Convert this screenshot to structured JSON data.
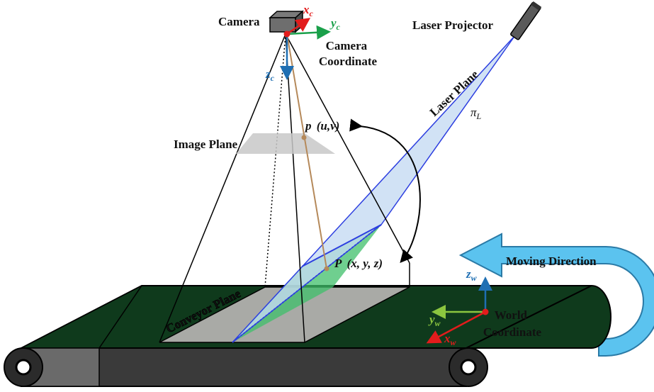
{
  "labels": {
    "camera": "Camera",
    "camera_coordinate_line1": "Camera",
    "camera_coordinate_line2": "Coordinate",
    "laser_projector": "Laser Projector",
    "laser_plane": "Laser Plane",
    "pi_symbol": "π",
    "pi_subscript": "L",
    "image_plane": "Image Plane",
    "point_p_name": "p",
    "point_p_coords": "(u,v)",
    "point_P_name": "P",
    "point_P_coords": "(x, y, z)",
    "conveyor_plane": "Conveyor Plane",
    "moving_direction": "Moving Direction",
    "world_coordinate_line1": "World",
    "world_coordinate_line2": "Coordinate"
  },
  "axes": {
    "camera_x": {
      "base": "x",
      "sub": "c"
    },
    "camera_y": {
      "base": "y",
      "sub": "c"
    },
    "camera_z": {
      "base": "z",
      "sub": "c"
    },
    "world_x": {
      "base": "x",
      "sub": "w"
    },
    "world_y": {
      "base": "y",
      "sub": "w"
    },
    "world_z": {
      "base": "z",
      "sub": "w"
    }
  },
  "colors": {
    "conveyor_belt": "#0f3a1c",
    "roller_dark": "#3a3a3a",
    "laser_plane_fill": "#c6dbf3",
    "laser_line": "#2d3fe0",
    "intersection_fill": "#3fbf6a",
    "conveyor_plane_fill": "#a9aaa6",
    "moving_arrow": "#5bc3ef",
    "x_axis": "#e21c1c",
    "y_axis_camera": "#1aa04a",
    "y_axis_world": "#8cc63f",
    "z_axis": "#1f6fb3",
    "ray": "#b5895a"
  }
}
